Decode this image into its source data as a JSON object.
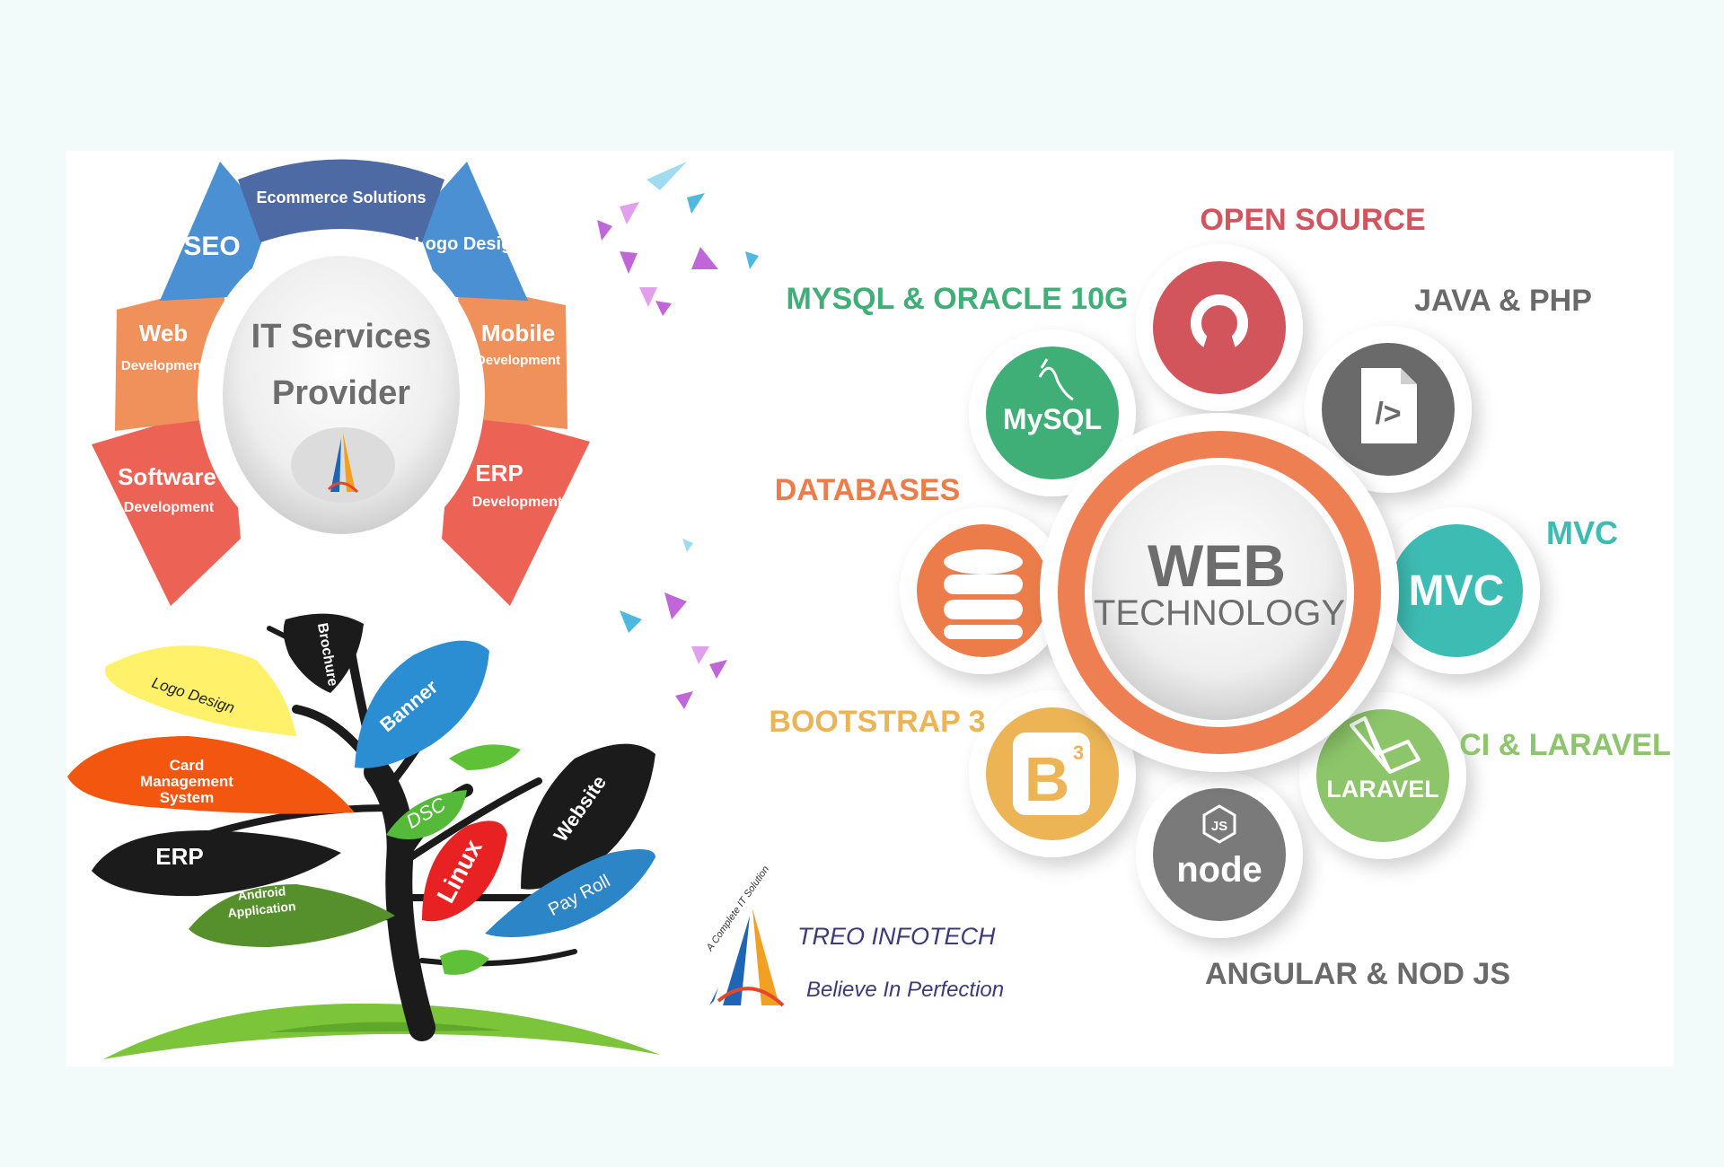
{
  "flower": {
    "center_line1": "IT Services",
    "center_line2": "Provider",
    "petals": {
      "ecommerce": "Ecommerce Solutions",
      "seo": "SEO",
      "logo_design": "Logo Design",
      "web": "Web",
      "web_sub": "Development",
      "mobile": "Mobile",
      "mobile_sub": "Development",
      "software": "Software",
      "software_sub": "Development",
      "erp": "ERP",
      "erp_sub": "Development"
    }
  },
  "tree": {
    "logo_design": "Logo Design",
    "brochure": "Brochure",
    "banner": "Banner",
    "card_line1": "Card",
    "card_line2": "Management",
    "card_line3": "System",
    "erp": "ERP",
    "dsc": "DSC",
    "website": "Website",
    "linux": "Linux",
    "android_line1": "Android",
    "android_line2": "Application",
    "payroll": "Pay Roll"
  },
  "brand": {
    "name": "TREO INFOTECH",
    "tagline": "Believe In Perfection",
    "arc_text": "A Complete IT Solution"
  },
  "web_tech": {
    "center_line1": "WEB",
    "center_line2": "TECHNOLOGY",
    "labels": {
      "open_source": "OPEN SOURCE",
      "mysql_oracle": "MYSQL & ORACLE 10G",
      "java_php": "JAVA & PHP",
      "databases": "DATABASES",
      "mvc": "MVC",
      "bootstrap": "BOOTSTRAP 3",
      "ci_laravel": "CI & LARAVEL",
      "angular_node": "ANGULAR & NOD JS"
    },
    "badges": {
      "mysql": "MySQL",
      "mvc": "MVC",
      "b": "B",
      "b_sup": "3",
      "laravel": "LARAVEL",
      "node": "node",
      "js": "JS",
      "code": "/>"
    },
    "colors": {
      "open_source": "#d2545c",
      "mysql": "#3fae77",
      "java": "#6a6a6a",
      "databases": "#ec7d4b",
      "mvc": "#3dbcb3",
      "bootstrap": "#ecb455",
      "laravel": "#8cc56b",
      "node": "#7a7a7a",
      "ring": "#ee7f53"
    }
  }
}
